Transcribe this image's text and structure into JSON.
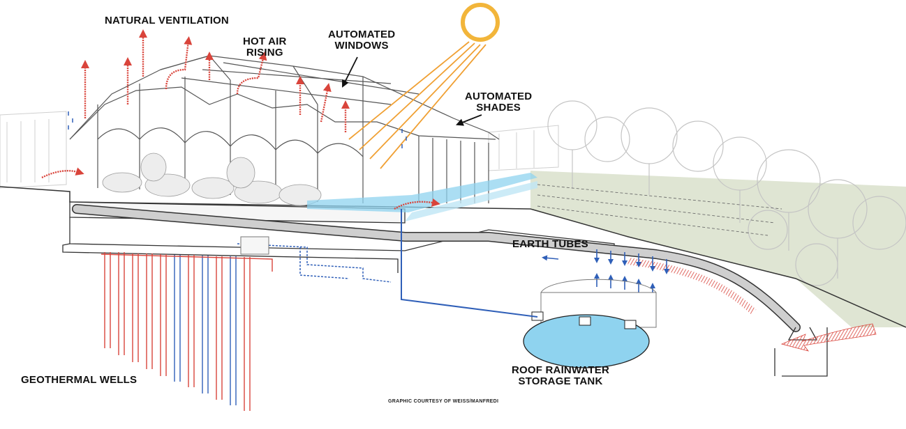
{
  "labels": {
    "natural_ventilation": "NATURAL VENTILATION",
    "hot_air_line1": "HOT AIR",
    "hot_air_line2": "RISING",
    "auto_windows_line1": "AUTOMATED",
    "auto_windows_line2": "WINDOWS",
    "auto_shades_line1": "AUTOMATED",
    "auto_shades_line2": "SHADES",
    "earth_tubes": "EARTH TUBES",
    "geothermal_wells": "GEOTHERMAL WELLS",
    "tank_line1": "ROOF RAINWATER",
    "tank_line2": "STORAGE TANK",
    "credit": "GRAPHIC COURTESY OF WEISS/MANFREDI"
  },
  "colors": {
    "sun": "#f2b53a",
    "sun_rays": "#f0a033",
    "hot_air": "#d9443b",
    "cool_air": "#2f5fb8",
    "water": "#8fd3ef",
    "landscape": "#dfe5d3",
    "structure": "#555555"
  }
}
